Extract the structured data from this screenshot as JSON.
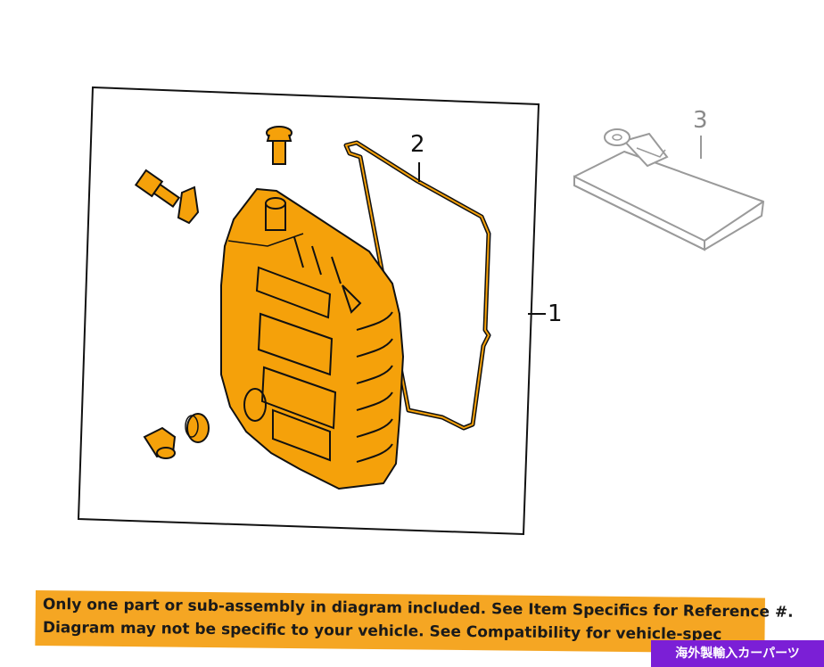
{
  "callouts": {
    "one": "1",
    "two": "2",
    "three": "3"
  },
  "banner": {
    "line1": "Only one part or sub-assembly in diagram included. See Item Specifics for Reference #.",
    "line2": "Diagram may not be specific to your vehicle. See Compatibility for vehicle-spec"
  },
  "watermark": {
    "text": "海外製輸入カーパーツ"
  },
  "colors": {
    "part_fill": "#f5a10a",
    "banner_bg": "#f5a623",
    "watermark_bg": "#7b1fd6",
    "ghost_part": "#9a9a9a"
  }
}
